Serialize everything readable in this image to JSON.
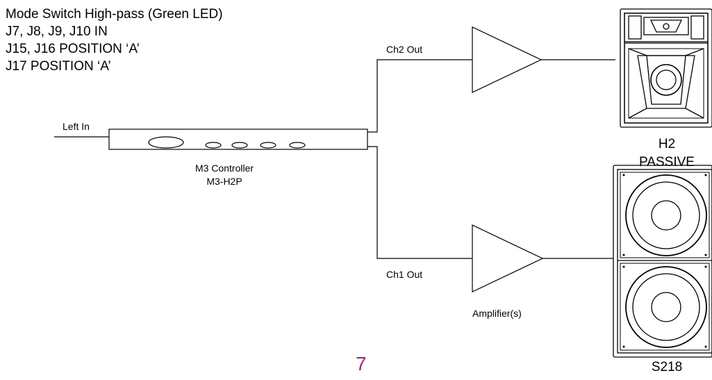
{
  "mode_notes": [
    "Mode Switch High-pass (Green LED)",
    "J7, J8, J9, J10 IN",
    "J15, J16 POSITION ‘A’",
    "J17 POSITION ‘A’"
  ],
  "signal": {
    "input_label": "Left In",
    "ch2_label": "Ch2 Out",
    "ch1_label": "Ch1 Out"
  },
  "controller": {
    "line1": "M3 Controller",
    "line2": "M3-H2P"
  },
  "amplifier_label": "Amplifier(s)",
  "speakers": {
    "top": {
      "line1": "H2",
      "line2": "PASSIVE"
    },
    "bottom": {
      "line1": "S218"
    }
  },
  "page_number": "7",
  "colors": {
    "line": "#000000",
    "page_number": "#a0287c"
  }
}
